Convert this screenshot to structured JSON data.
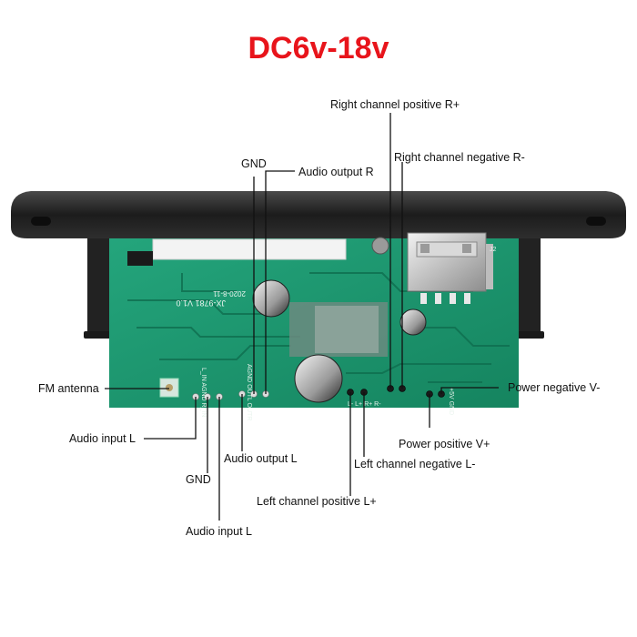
{
  "title": {
    "text": "DC6v-18v",
    "color": "#e8141b"
  },
  "labels": {
    "right_pos": "Right channel positive R+",
    "right_neg": "Right channel negative R-",
    "gnd_top": "GND",
    "audio_out_r": "Audio output R",
    "fm_antenna": "FM antenna",
    "power_neg": "Power negative V-",
    "audio_in_l_1": "Audio input L",
    "power_pos": "Power positive V+",
    "audio_out_l": "Audio output L",
    "left_neg": "Left channel negative L-",
    "gnd_bottom": "GND",
    "left_pos": "Left channel positive L+",
    "audio_in_l_2": "Audio input L"
  },
  "silkscreen": {
    "model": "JX-9781 V1.0",
    "date": "2020-8-11",
    "pins_left": "L_IN AGND R_IN",
    "pins_mid": "AGND OUTL OUTR",
    "pins_right": "L- L+ R+ R-",
    "power": "+5V GND",
    "usb": "J2"
  },
  "colors": {
    "pcb": "#1e9a72",
    "bezel": "#2a2a2a",
    "leader": "#111111"
  }
}
